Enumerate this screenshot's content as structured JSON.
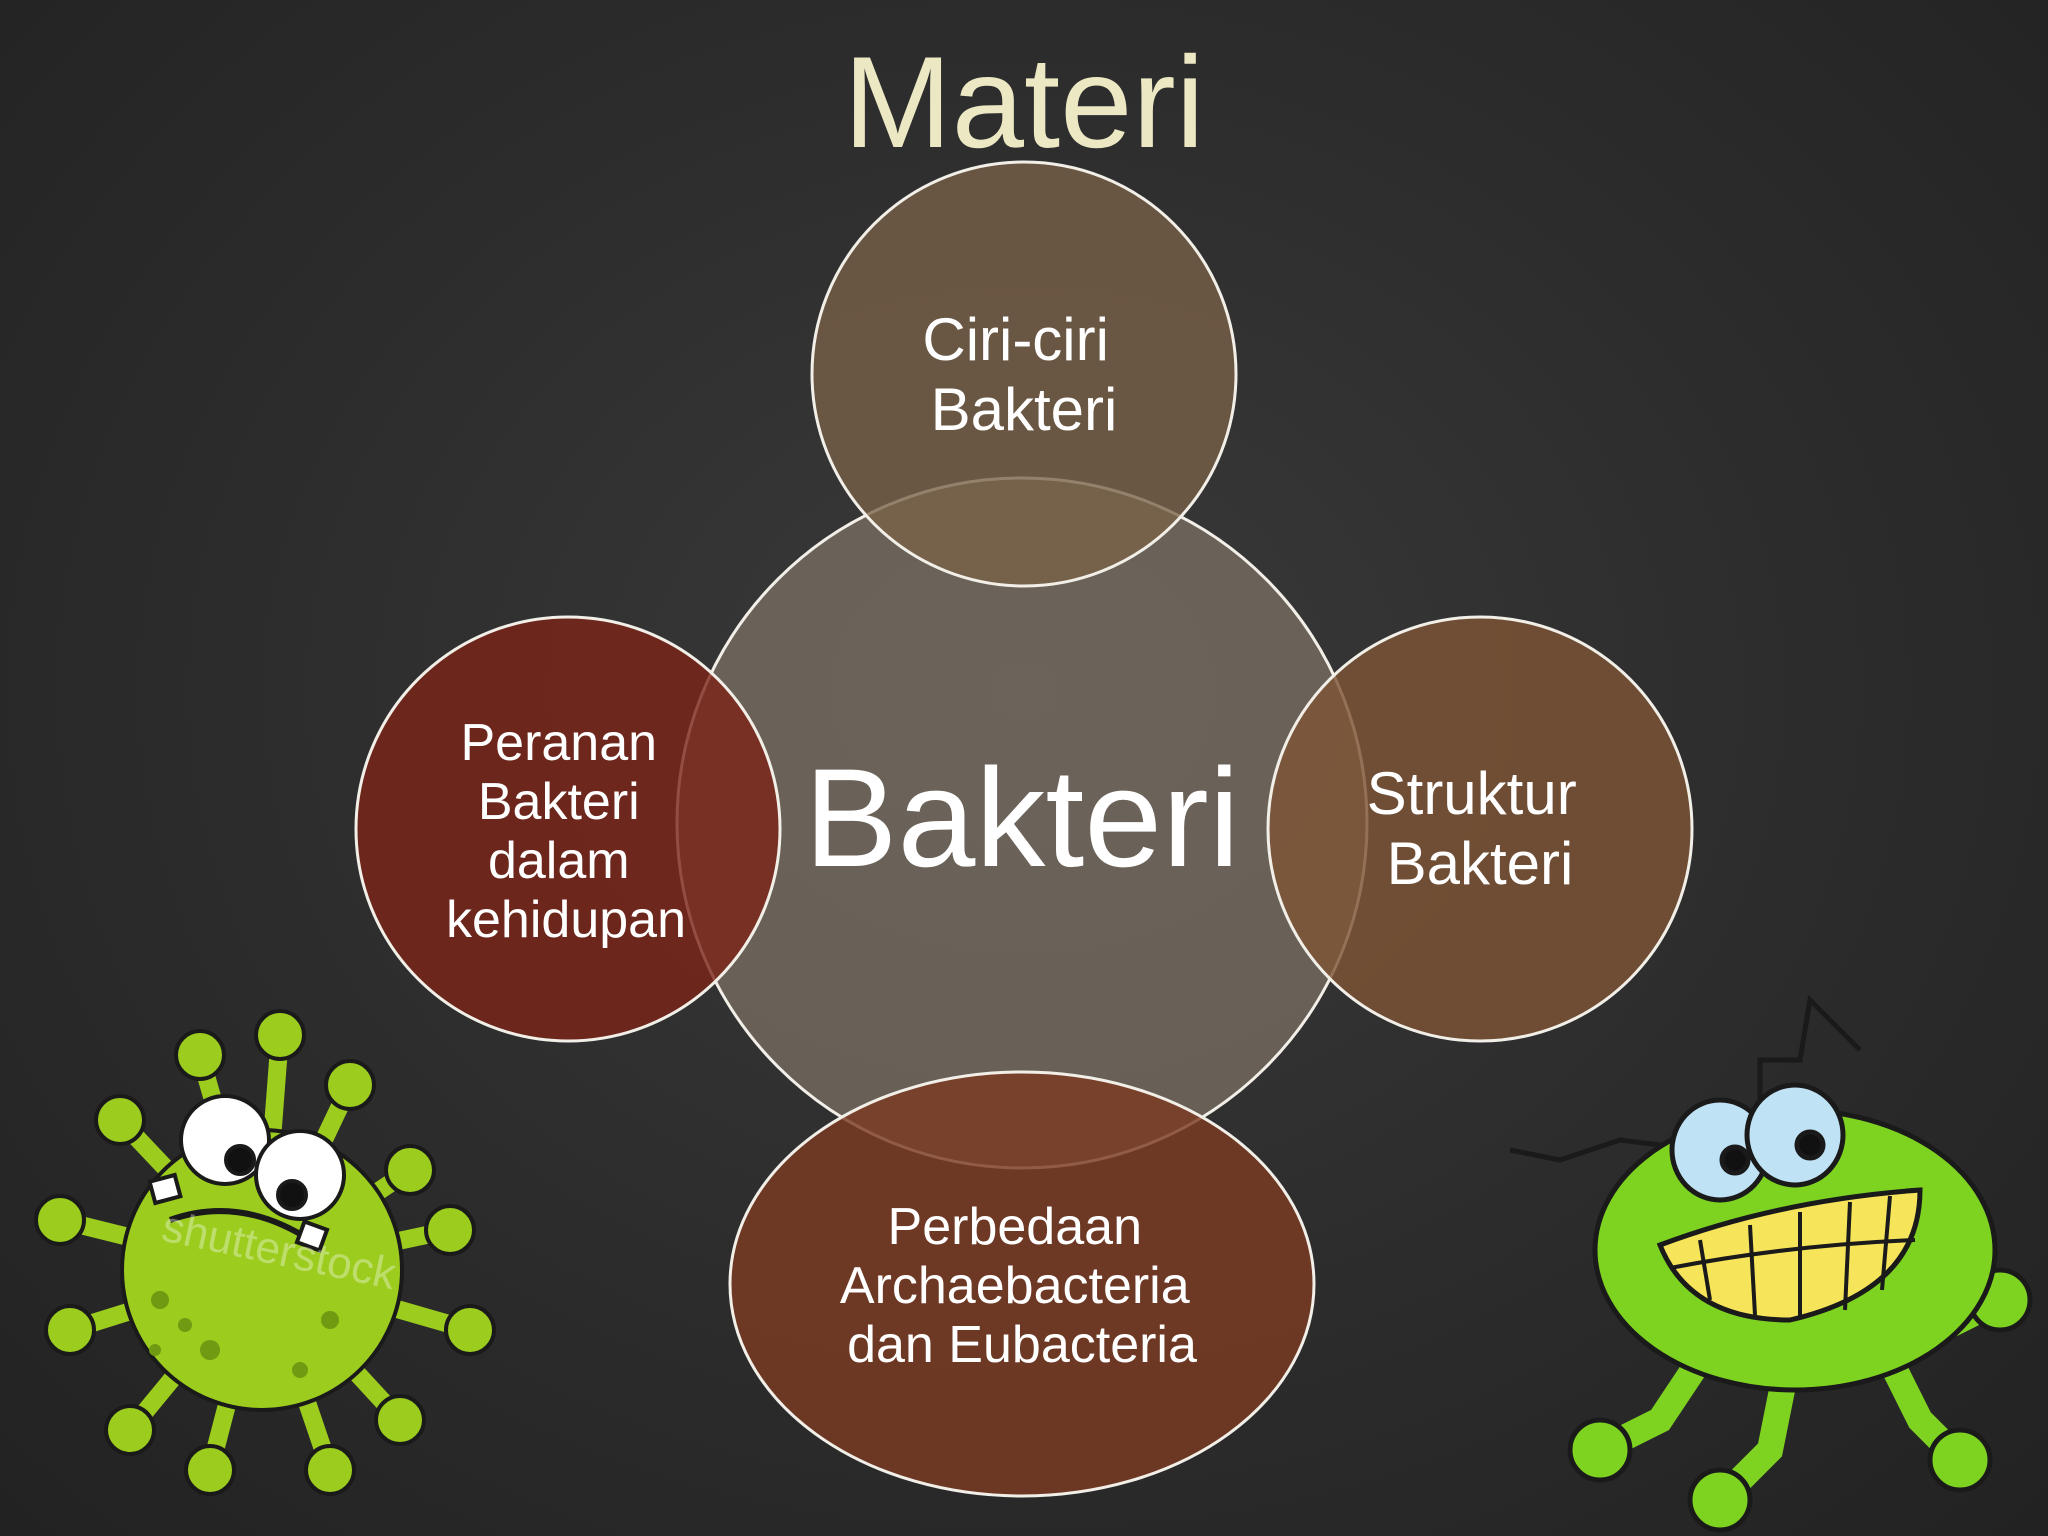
{
  "slide": {
    "title": "Materi",
    "center": {
      "label": "Bakteri"
    },
    "nodes": [
      {
        "id": "top",
        "lines": [
          "Ciri-ciri",
          "Bakteri"
        ]
      },
      {
        "id": "left",
        "lines": [
          "Peranan",
          "Bakteri",
          "dalam",
          "kehidupan"
        ]
      },
      {
        "id": "right",
        "lines": [
          "Struktur",
          "Bakteri"
        ]
      },
      {
        "id": "bottom",
        "lines": [
          "Perbedaan",
          "Archaebacteria",
          "dan Eubacteria"
        ]
      }
    ],
    "watermark": "shutterstock"
  },
  "colors": {
    "background": "#2c2c2c",
    "title": "#ece8c4",
    "center_fill": "#8d8170",
    "top_fill": "#7a6248",
    "left_fill": "#7c2418",
    "right_fill": "#7e5436",
    "bottom_fill": "#7b3a22",
    "outline": "#f2efe8",
    "bacteria_green": "#9ccc1e"
  },
  "icons": [
    "virus-cartoon-icon",
    "bug-cartoon-icon"
  ]
}
